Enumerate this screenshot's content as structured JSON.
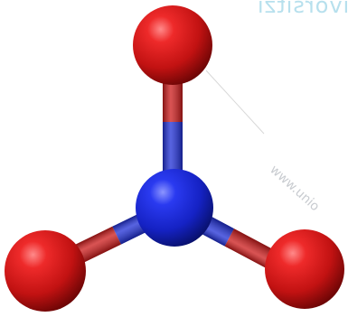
{
  "molecule": {
    "atoms": [
      {
        "id": "oxygen-top",
        "element": "O",
        "color": "#cc1a1a"
      },
      {
        "id": "nitrogen-center",
        "element": "N",
        "color": "#1f2fd6"
      },
      {
        "id": "oxygen-left",
        "element": "O",
        "color": "#cc1a1a"
      },
      {
        "id": "oxygen-right",
        "element": "O",
        "color": "#cc1a1a"
      }
    ],
    "bond_colors": {
      "oxygen": "#cc1a1a",
      "nitrogen": "#1f2fd6"
    }
  },
  "watermarks": {
    "top": "pivorsitzi",
    "diagonal": "www.unio"
  }
}
